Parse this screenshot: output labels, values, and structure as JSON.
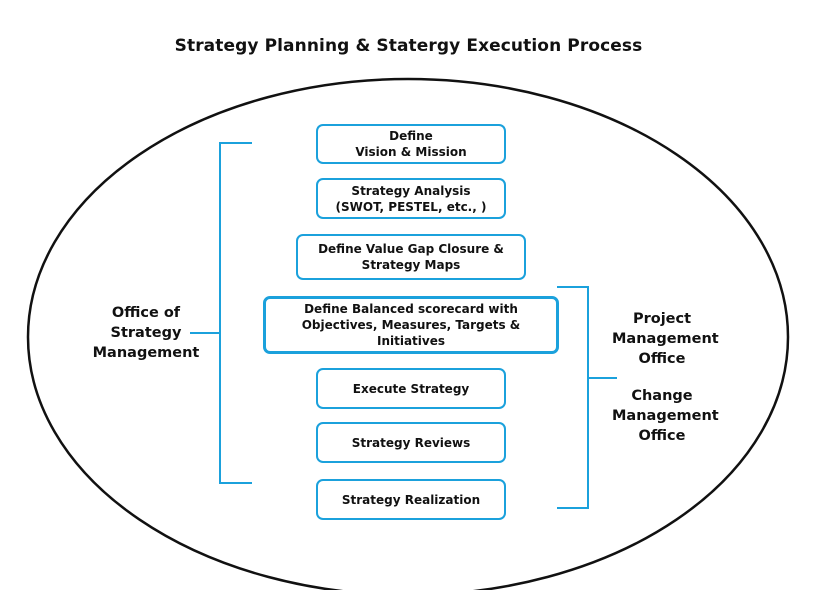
{
  "title": "Strategy Planning & Statergy Execution Process",
  "colors": {
    "accent": "#1ba1dc",
    "outline": "#111111",
    "background": "#ffffff"
  },
  "steps": [
    {
      "label": "Define\nVision & Mission"
    },
    {
      "label": "Strategy Analysis\n(SWOT, PESTEL, etc., )"
    },
    {
      "label": "Define Value Gap Closure &\nStrategy Maps"
    },
    {
      "label": "Define Balanced scorecard with\nObjectives, Measures, Targets & Initiatives"
    },
    {
      "label": "Execute Strategy"
    },
    {
      "label": "Strategy Reviews"
    },
    {
      "label": "Strategy Realization"
    }
  ],
  "left_group": {
    "label": "Office of\nStrategy\nManagement"
  },
  "right_group": {
    "label_1": "Project\nManagement\nOffice",
    "label_2": "Change\nManagement\nOffice"
  }
}
